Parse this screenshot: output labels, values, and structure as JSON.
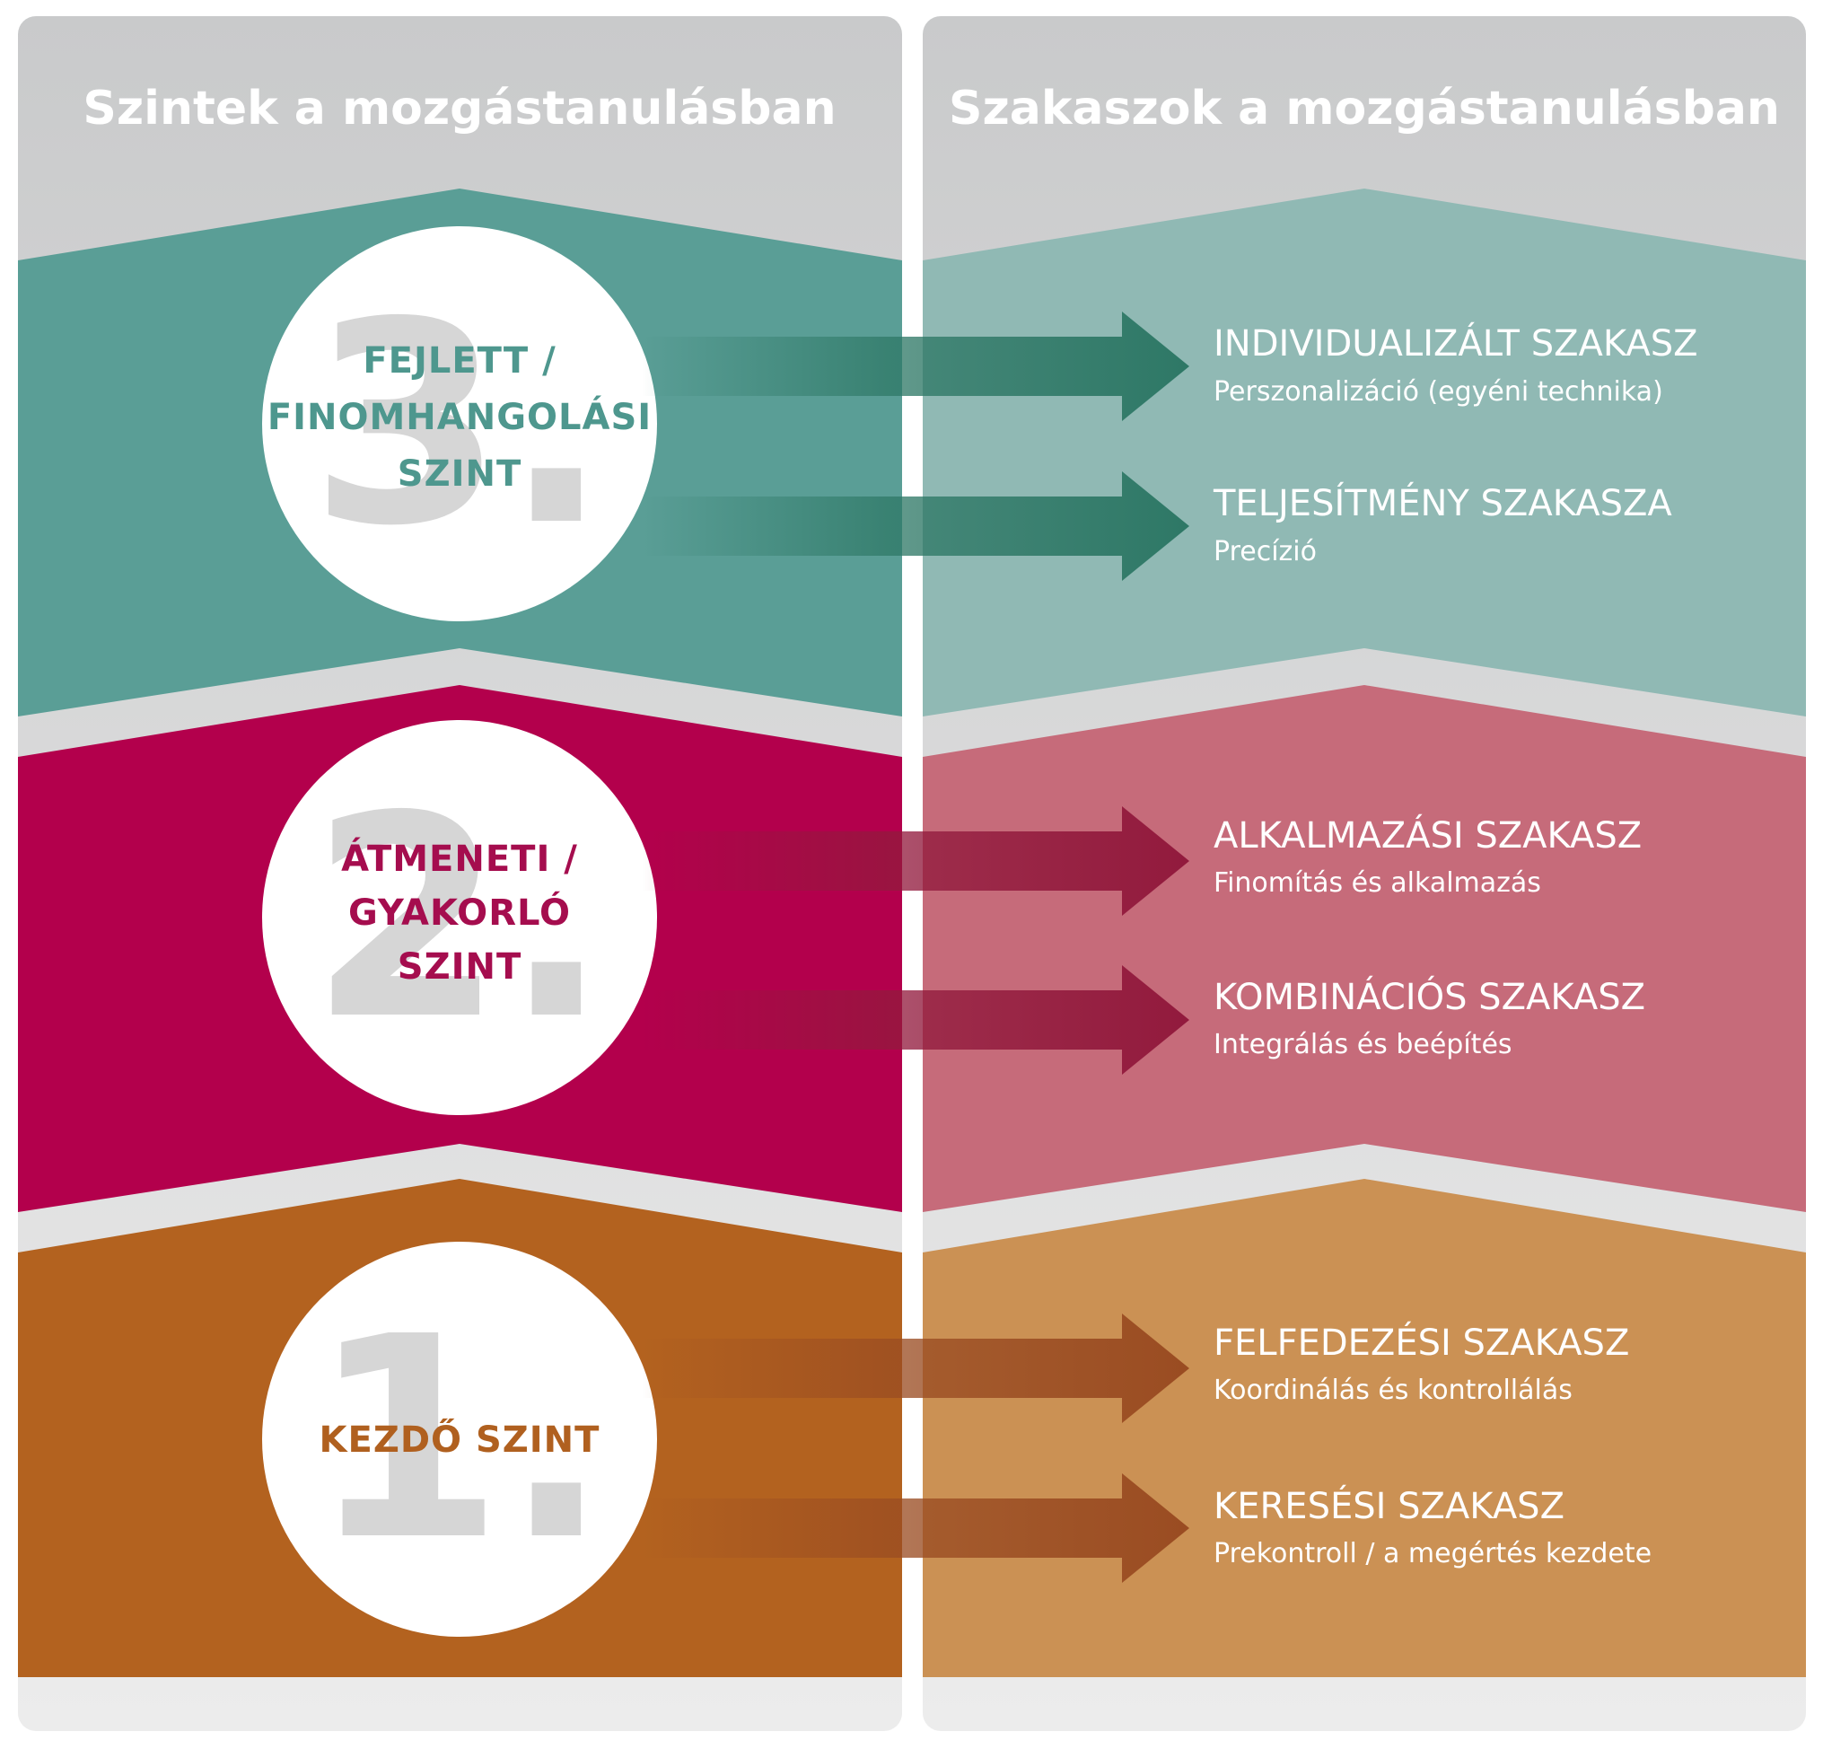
{
  "headers": {
    "left": "Szintek a mozgástanulásban",
    "right": "Szakaszok a mozgástanulásban"
  },
  "levels": [
    {
      "number": "3.",
      "label_lines": [
        "FEJLETT /",
        "FINOMHANGOLÁSI",
        "SZINT"
      ],
      "color": "#5a9e96",
      "light_color": "#90b9b4",
      "arrow_color": "#2e7866",
      "label_color": "#4e978e",
      "stages": [
        {
          "title": "INDIVIDUALIZÁLT SZAKASZ",
          "subtitle": "Perszonalizáció (egyéni technika)"
        },
        {
          "title": "TELJESÍTMÉNY SZAKASZA",
          "subtitle": "Precízió"
        }
      ]
    },
    {
      "number": "2.",
      "label_lines": [
        "ÁTMENETI /",
        "GYAKORLÓ",
        "SZINT"
      ],
      "color": "#b3004c",
      "light_color": "#c66b7a",
      "arrow_color": "#921a3d",
      "label_color": "#a50d4e",
      "stages": [
        {
          "title": "ALKALMAZÁSI SZAKASZ",
          "subtitle": "Finomítás és alkalmazás"
        },
        {
          "title": "KOMBINÁCIÓS SZAKASZ",
          "subtitle": "Integrálás és beépítés"
        }
      ]
    },
    {
      "number": "1.",
      "label_lines": [
        "KEZDŐ SZINT"
      ],
      "color": "#b3621f",
      "light_color": "#cb9154",
      "arrow_color": "#9a4c22",
      "label_color": "#b0601f",
      "stages": [
        {
          "title": "FELFEDEZÉSI SZAKASZ",
          "subtitle": "Koordinálás és kontrollálás"
        },
        {
          "title": "KERESÉSI SZAKASZ",
          "subtitle": "Prekontroll / a megértés kezdete"
        }
      ]
    }
  ],
  "colors": {
    "panel_top": "#c9cacb",
    "panel_bottom": "#eaeaea",
    "circle": "#ffffff"
  }
}
